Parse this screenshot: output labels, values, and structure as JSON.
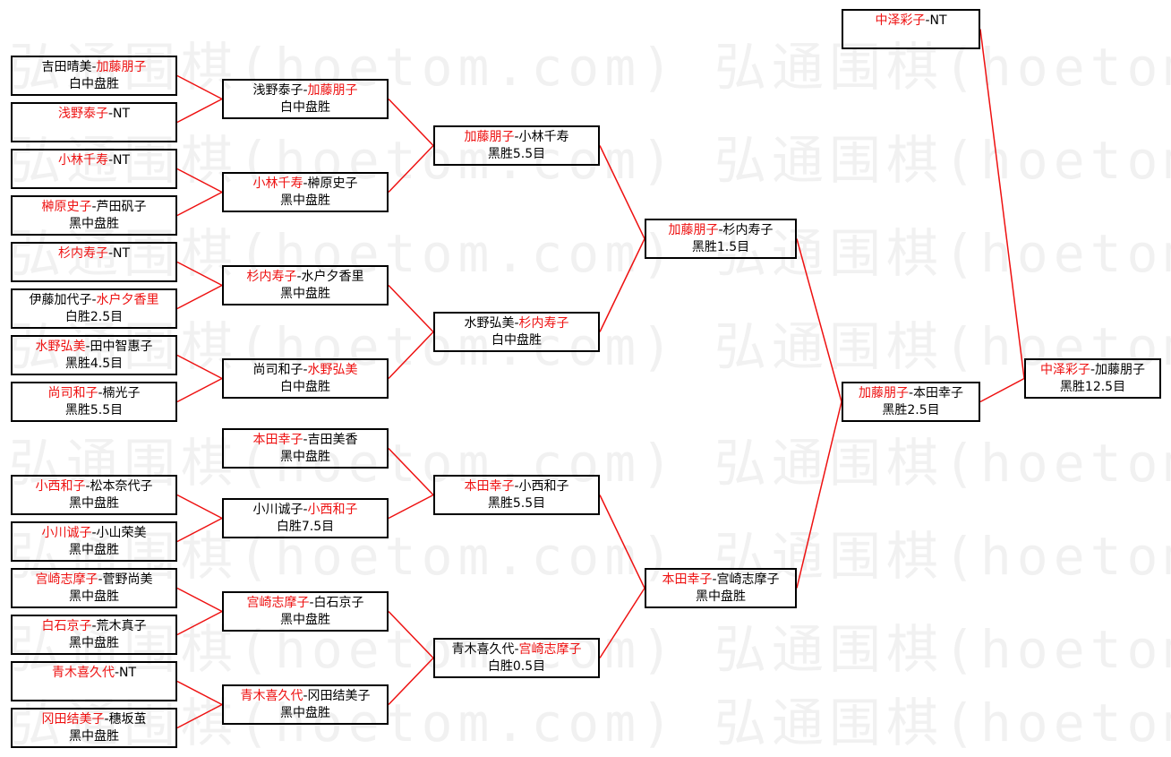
{
  "watermark": {
    "text": "弘通围棋(hoetom.com) 弘通围棋(hoetom.com)"
  },
  "colors": {
    "winner": "#ee1111",
    "text": "#000000",
    "line": "#ee1111",
    "border": "#000000"
  },
  "matches": [
    {
      "id": "r1m1",
      "black": "吉田晴美",
      "white": "加藤朋子",
      "winner": "white",
      "result": "白中盘胜"
    },
    {
      "id": "r1m2",
      "black": "浅野泰子",
      "white": "NT",
      "winner": "black",
      "result": ""
    },
    {
      "id": "r1m3",
      "black": "小林千寿",
      "white": "NT",
      "winner": "black",
      "result": ""
    },
    {
      "id": "r1m4",
      "black": "榊原史子",
      "white": "芦田矾子",
      "winner": "black",
      "result": "黑中盘胜"
    },
    {
      "id": "r1m5",
      "black": "杉内寿子",
      "white": "NT",
      "winner": "black",
      "result": ""
    },
    {
      "id": "r1m6",
      "black": "伊藤加代子",
      "white": "水户夕香里",
      "winner": "white",
      "result": "白胜2.5目"
    },
    {
      "id": "r1m7",
      "black": "水野弘美",
      "white": "田中智惠子",
      "winner": "black",
      "result": "黑胜4.5目"
    },
    {
      "id": "r1m8",
      "black": "尚司和子",
      "white": "楠光子",
      "winner": "black",
      "result": "黑胜5.5目"
    },
    {
      "id": "r1m9",
      "black": "小西和子",
      "white": "松本奈代子",
      "winner": "black",
      "result": "黑中盘胜"
    },
    {
      "id": "r1m10",
      "black": "小川诚子",
      "white": "小山荣美",
      "winner": "black",
      "result": "黑中盘胜"
    },
    {
      "id": "r1m11",
      "black": "宫崎志摩子",
      "white": "菅野尚美",
      "winner": "black",
      "result": "黑中盘胜"
    },
    {
      "id": "r1m12",
      "black": "白石京子",
      "white": "荒木真子",
      "winner": "black",
      "result": "黑中盘胜"
    },
    {
      "id": "r1m13",
      "black": "青木喜久代",
      "white": "NT",
      "winner": "black",
      "result": ""
    },
    {
      "id": "r1m14",
      "black": "冈田结美子",
      "white": "穗坂茧",
      "winner": "black",
      "result": "黑中盘胜"
    },
    {
      "id": "r2m1",
      "black": "浅野泰子",
      "white": "加藤朋子",
      "winner": "white",
      "result": "白中盘胜"
    },
    {
      "id": "r2m2",
      "black": "小林千寿",
      "white": "榊原史子",
      "winner": "black",
      "result": "黑中盘胜"
    },
    {
      "id": "r2m3",
      "black": "杉内寿子",
      "white": "水户夕香里",
      "winner": "black",
      "result": "黑中盘胜"
    },
    {
      "id": "r2m4",
      "black": "尚司和子",
      "white": "水野弘美",
      "winner": "white",
      "result": "白中盘胜"
    },
    {
      "id": "r2m5",
      "black": "本田幸子",
      "white": "吉田美香",
      "winner": "black",
      "result": "黑中盘胜"
    },
    {
      "id": "r2m6",
      "black": "小川诚子",
      "white": "小西和子",
      "winner": "white",
      "result": "白胜7.5目"
    },
    {
      "id": "r2m7",
      "black": "宫崎志摩子",
      "white": "白石京子",
      "winner": "black",
      "result": "黑中盘胜"
    },
    {
      "id": "r2m8",
      "black": "青木喜久代",
      "white": "冈田结美子",
      "winner": "black",
      "result": "黑中盘胜"
    },
    {
      "id": "r3m1",
      "black": "加藤朋子",
      "white": "小林千寿",
      "winner": "black",
      "result": "黑胜5.5目"
    },
    {
      "id": "r3m2",
      "black": "水野弘美",
      "white": "杉内寿子",
      "winner": "white",
      "result": "白中盘胜"
    },
    {
      "id": "r3m3",
      "black": "本田幸子",
      "white": "小西和子",
      "winner": "black",
      "result": "黑胜5.5目"
    },
    {
      "id": "r3m4",
      "black": "青木喜久代",
      "white": "宫崎志摩子",
      "winner": "white",
      "result": "白胜0.5目"
    },
    {
      "id": "r4m1",
      "black": "加藤朋子",
      "white": "杉内寿子",
      "winner": "black",
      "result": "黑胜1.5目"
    },
    {
      "id": "r4m2",
      "black": "本田幸子",
      "white": "宫崎志摩子",
      "winner": "black",
      "result": "黑中盘胜"
    },
    {
      "id": "r5m1",
      "black": "加藤朋子",
      "white": "本田幸子",
      "winner": "black",
      "result": "黑胜2.5目"
    },
    {
      "id": "seed",
      "black": "中泽彩子",
      "white": "NT",
      "winner": "black",
      "result": ""
    },
    {
      "id": "final",
      "black": "中泽彩子",
      "white": "加藤朋子",
      "winner": "black",
      "result": "黑胜12.5目"
    }
  ]
}
